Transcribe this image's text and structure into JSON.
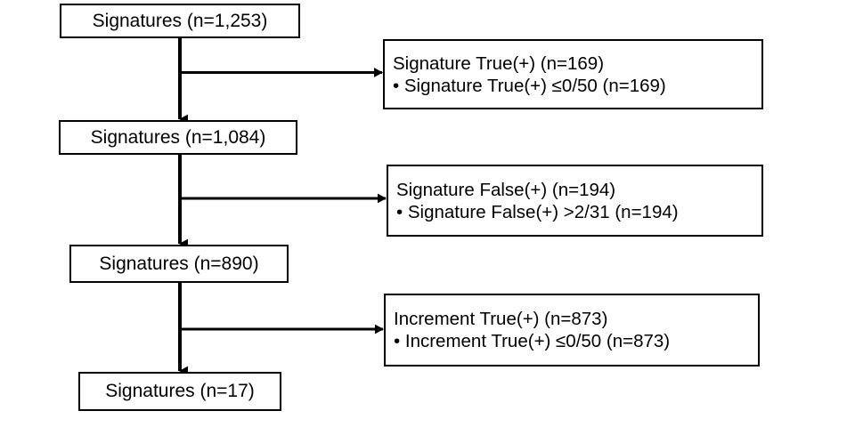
{
  "diagram": {
    "type": "flowchart",
    "orientation": "vertical-with-right-branches",
    "colors": {
      "background": "#ffffff",
      "box_border": "#000000",
      "connector": "#000000",
      "text": "#000000"
    },
    "main_flow": [
      {
        "label": "Signatures (n=1,253)"
      },
      {
        "label": "Signatures (n=1,084)"
      },
      {
        "label": "Signatures (n=890)"
      },
      {
        "label": "Signatures (n=17)"
      }
    ],
    "exclusions": [
      {
        "heading": "Signature True(+) (n=169)",
        "detail": "• Signature True(+) ≤0/50 (n=169)"
      },
      {
        "heading": "Signature False(+) (n=194)",
        "detail": "• Signature False(+) >2/31 (n=194)"
      },
      {
        "heading": "Increment True(+) (n=873)",
        "detail": "• Increment True(+) ≤0/50 (n=873)"
      }
    ]
  }
}
